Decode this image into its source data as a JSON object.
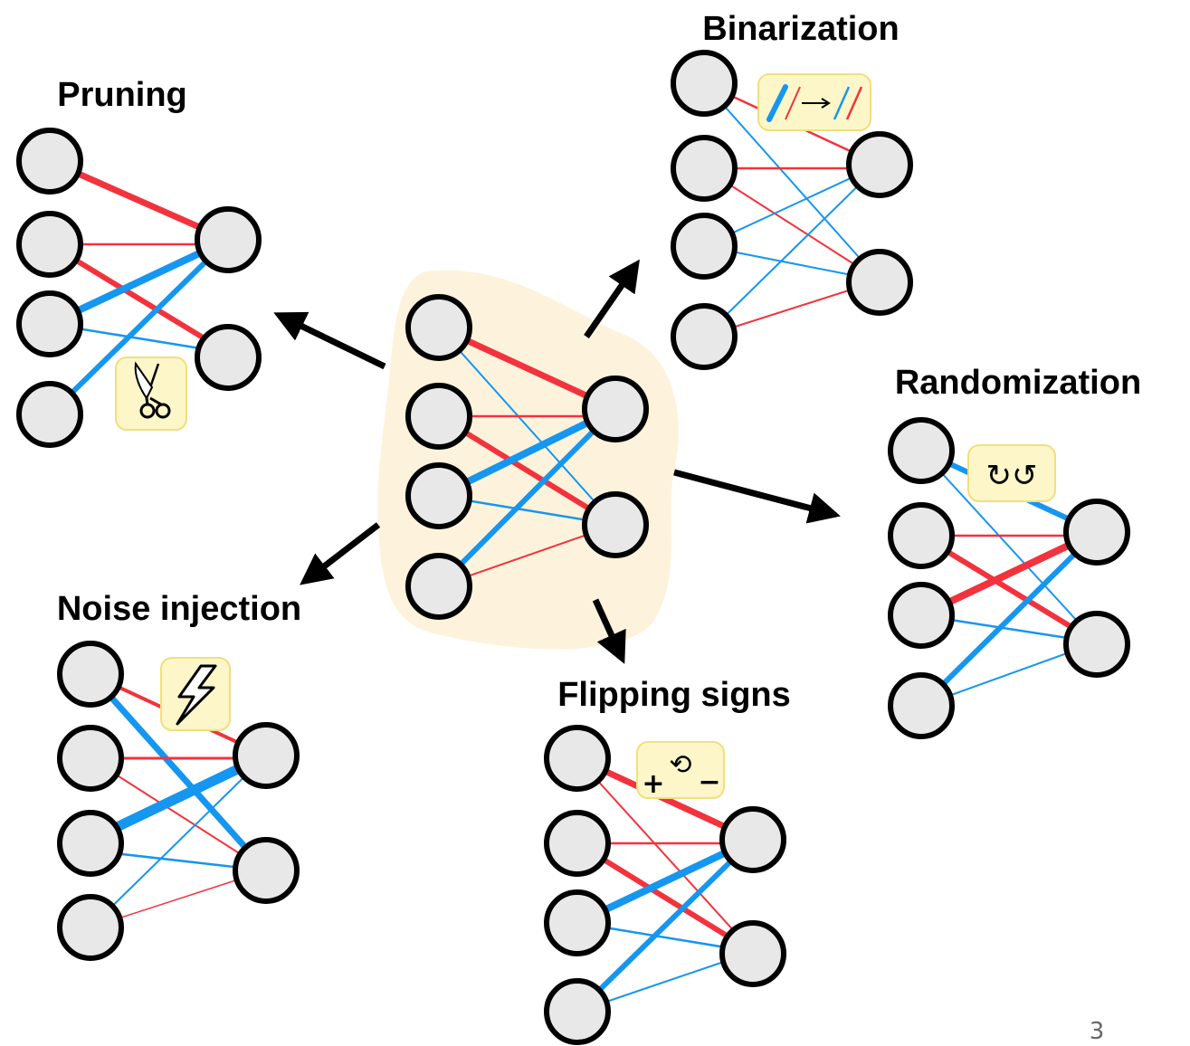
{
  "colors": {
    "positive_weight": "#f2333d",
    "negative_weight": "#1596f0",
    "node_fill": "#e8e8e8",
    "node_stroke": "#000000",
    "badge_fill": "#fdf6c8",
    "badge_stroke": "#f1df7c",
    "blob_fill": "#fdf3dc",
    "arrow": "#000000"
  },
  "center": {
    "name": "original-network"
  },
  "panels": {
    "pruning": {
      "title": "Pruning",
      "icon": "scissors-icon"
    },
    "binarization": {
      "title": "Binarization",
      "icon": "binarize-weights-icon"
    },
    "randomization": {
      "title": "Randomization",
      "icon": "rotate-arrows-icon",
      "glyph": "↻↺"
    },
    "noise": {
      "title": "Noise injection",
      "icon": "lightning-icon"
    },
    "flipping": {
      "title": "Flipping signs",
      "icon": "sign-flip-icon",
      "glyph_cycle": "⟲",
      "glyph_plus": "+",
      "glyph_minus": "−"
    }
  },
  "page_number": "3"
}
